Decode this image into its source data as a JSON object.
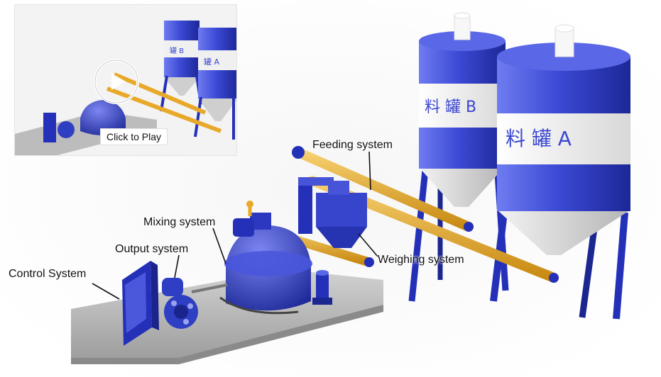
{
  "callouts": {
    "feeding": "Feeding system",
    "mixing": "Mixing system",
    "output": "Output system",
    "control": "Control System",
    "weighing": "Weighing system"
  },
  "tanks": {
    "a_label": "料 罐 A",
    "b_label": "料 罐 B"
  },
  "inset": {
    "play_label": "Click to Play",
    "tank_a_label": "罐 A",
    "tank_b_label": "罐 B"
  },
  "colors": {
    "equipment_blue": "#2f3fc4",
    "pipe_yellow": "#e8a92a",
    "tank_band": "#f2f2f2",
    "base_plate": "#b8b8b8"
  }
}
